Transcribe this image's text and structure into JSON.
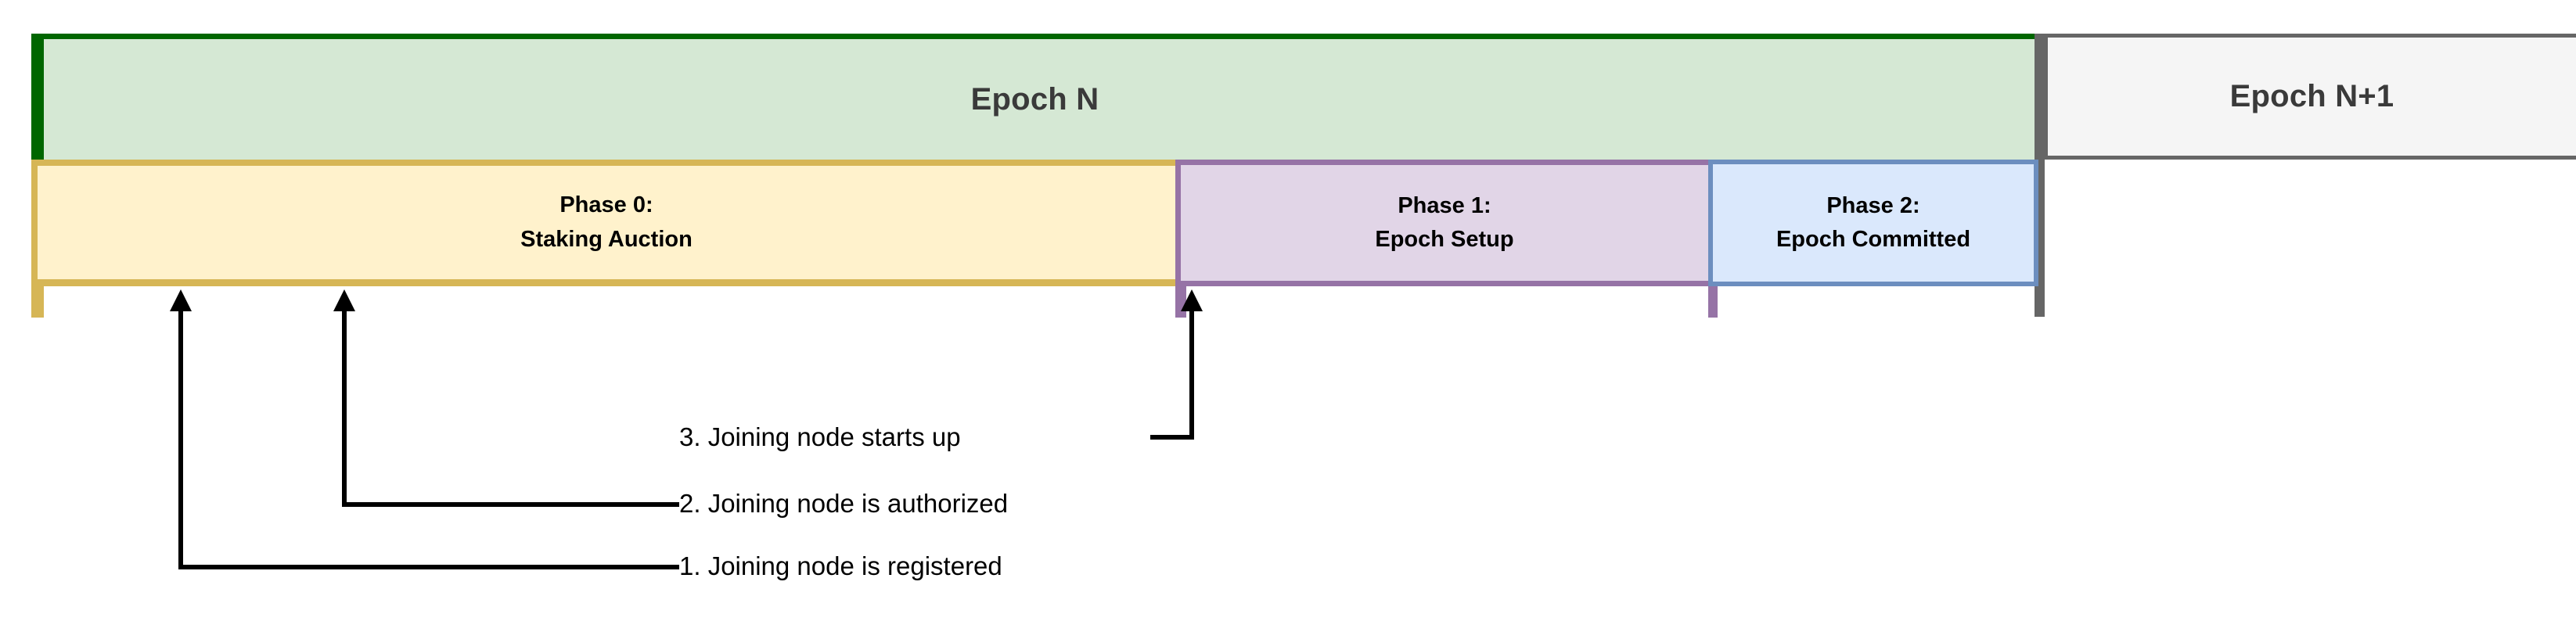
{
  "diagram": {
    "title_visible": false,
    "epochs": [
      {
        "id": "epoch-n",
        "label": "Epoch N",
        "fill": "#d5e8d4",
        "stroke": "#006600"
      },
      {
        "id": "epoch-next",
        "label": "Epoch N+1",
        "fill": "#f5f5f5",
        "stroke": "#666666"
      }
    ],
    "phases": [
      {
        "id": "phase-0",
        "line1": "Phase 0:",
        "line2": "Staking Auction",
        "fill": "#fff2cc",
        "stroke": "#d6b656"
      },
      {
        "id": "phase-1",
        "line1": "Phase 1:",
        "line2": "Epoch Setup",
        "fill": "#e1d5e7",
        "stroke": "#9673a6"
      },
      {
        "id": "phase-2",
        "line1": "Phase 2:",
        "line2": "Epoch Committed",
        "fill": "#dae8fc",
        "stroke": "#6c8ebf"
      }
    ],
    "annotations": [
      {
        "id": "event-3",
        "text": "3. Joining node starts up",
        "order": 3
      },
      {
        "id": "event-2",
        "text": "2. Joining node is authorized",
        "order": 2
      },
      {
        "id": "event-1",
        "text": "1. Joining node is registered",
        "order": 1
      }
    ],
    "divider": {
      "name": "epoch-divider",
      "color": "#666666"
    }
  }
}
